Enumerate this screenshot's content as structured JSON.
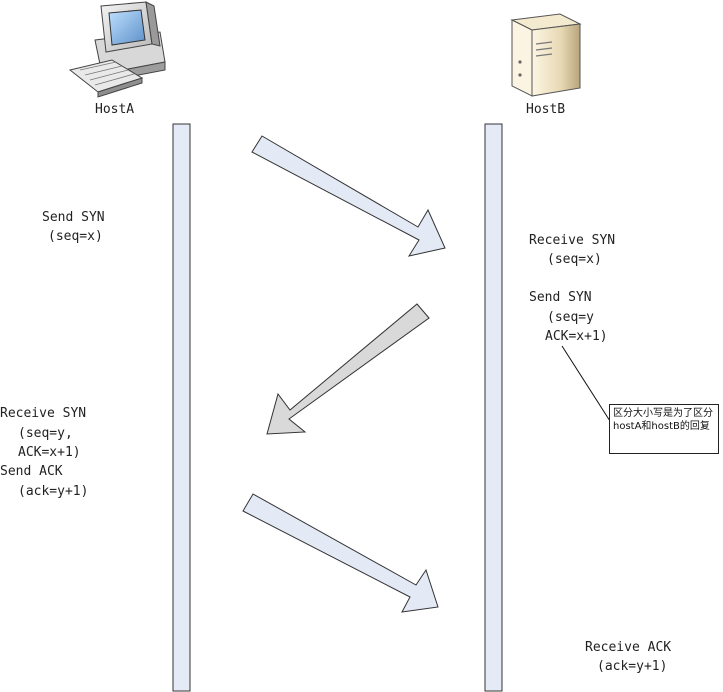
{
  "hosts": {
    "a": {
      "label": "HostA",
      "icon": "desktop-computer-icon"
    },
    "b": {
      "label": "HostB",
      "icon": "server-tower-icon"
    }
  },
  "left_labels": {
    "send_syn": "Send SYN",
    "send_syn_seq": "(seq=x)",
    "receive_syn": "Receive SYN",
    "receive_syn_seq": "(seq=y,",
    "receive_syn_ack": "ACK=x+1)",
    "send_ack": "Send ACK",
    "send_ack_ack": "(ack=y+1)"
  },
  "right_labels": {
    "receive_syn": "Receive SYN",
    "receive_syn_seq": "(seq=x)",
    "send_syn": "Send SYN",
    "send_syn_seq": "(seq=y",
    "send_syn_ack": "ACK=x+1)",
    "receive_ack": "Receive ACK",
    "receive_ack_ack": "(ack=y+1)"
  },
  "callout": {
    "text": "区分大小写是为了区分hostA和hostB的回复"
  },
  "colors": {
    "lifeline_fill": "#e4ebf6",
    "arrow_fill": "#e3eaf6",
    "arrow_back_fill": "#d9d9d9",
    "outline": "#333333"
  }
}
